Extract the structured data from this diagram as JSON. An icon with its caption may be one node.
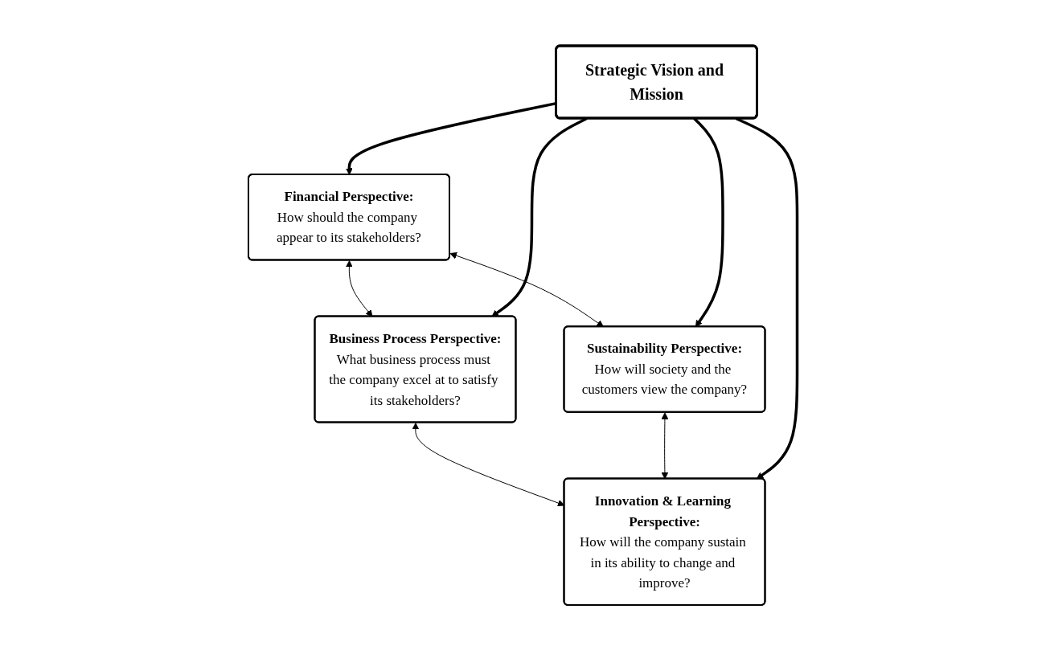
{
  "diagram": {
    "nodes": [
      {
        "text": [
          "Financial Perspective:",
          "How should the company appear to its stakeholders?"
        ]
      },
      {
        "text": [
          "Business Process Perspective:",
          "What business process must the company excel at to satisfy its stakeholders?"
        ]
      },
      {
        "text": [
          "Strategic Vision and Mission"
        ]
      },
      {
        "text": [
          "Sustainability Perspective:",
          "How will society and the customers view the company?"
        ]
      },
      {
        "text": [
          "Innovation & Learning Perspective:",
          "How will the company sustain in its ability to change and improve?"
        ]
      }
    ],
    "edges": [
      {
        "from": 0,
        "to": 1,
        "arrow": "both"
      },
      {
        "from": 0,
        "to": 3,
        "arrow": "both"
      },
      {
        "from": 1,
        "to": 4,
        "arrow": "both"
      },
      {
        "from": 3,
        "to": 4,
        "arrow": "both"
      },
      {
        "from": 2,
        "to": 0,
        "arrow": "to",
        "style": "thick"
      },
      {
        "from": 2,
        "to": 1,
        "arrow": "to",
        "style": "thick"
      },
      {
        "from": 2,
        "to": 3,
        "arrow": "to",
        "style": "thick"
      },
      {
        "from": 2,
        "to": 4,
        "arrow": "to",
        "style": "thick"
      }
    ]
  }
}
